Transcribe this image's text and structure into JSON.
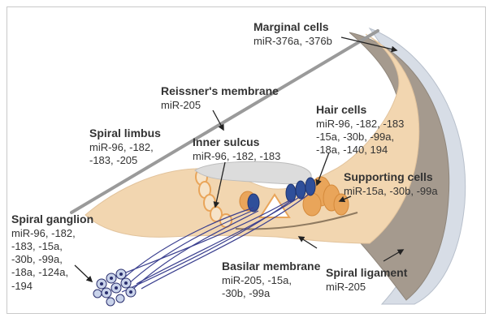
{
  "labels": {
    "marginal_cells": {
      "title": "Marginal cells",
      "mirs": [
        "miR-376a, -376b"
      ]
    },
    "reissners_membrane": {
      "title": "Reissner's membrane",
      "mirs": [
        "miR-205"
      ]
    },
    "hair_cells": {
      "title": "Hair cells",
      "mirs": [
        "miR-96, -182, -183",
        "-15a, -30b, -99a,",
        "-18a, -140, 194"
      ]
    },
    "spiral_limbus": {
      "title": "Spiral limbus",
      "mirs": [
        "miR-96, -182,",
        "-183, -205"
      ]
    },
    "inner_sulcus": {
      "title": "Inner sulcus",
      "mirs": [
        "miR-96, -182, -183"
      ]
    },
    "supporting_cells": {
      "title": "Supporting cells",
      "mirs": [
        "miR-15a, -30b, -99a"
      ]
    },
    "spiral_ganglion": {
      "title": "Spiral ganglion",
      "mirs": [
        "miR-96, -182,",
        "-183, -15a,",
        "-30b, -99a,",
        "-18a, -124a,",
        "-194"
      ]
    },
    "basilar_membrane": {
      "title": "Basilar membrane",
      "mirs": [
        "miR-205, -15a,",
        "-30b, -99a"
      ]
    },
    "spiral_ligament": {
      "title": "Spiral ligament",
      "mirs": [
        "miR-205"
      ]
    }
  },
  "colors": {
    "tissue": "#f2d6b0",
    "ligament": "#a59a8e",
    "stria_edge": "#d7dde6",
    "membrane": "#9a9a9a",
    "tectorial": "#dcdcdc",
    "organ_of_corti": "#e9a55a",
    "hair_cell": "#2f4f9a",
    "nerve": "#3a3f8f"
  }
}
